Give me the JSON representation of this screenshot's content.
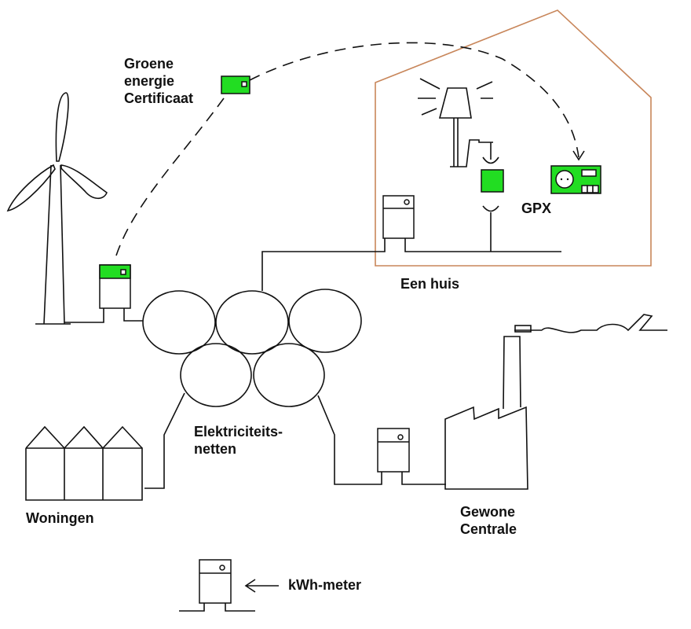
{
  "labels": {
    "certificate": "Groene\nenergie\nCertificaat",
    "house": "Een huis",
    "gpx": "GPX",
    "grid": "Elektriciteits-\nnetten",
    "homes": "Woningen",
    "plant": "Gewone\nCentrale",
    "legend": "kWh-meter"
  },
  "colors": {
    "green": "#22dd22",
    "house_outline": "#c8865a",
    "line": "#111111"
  }
}
